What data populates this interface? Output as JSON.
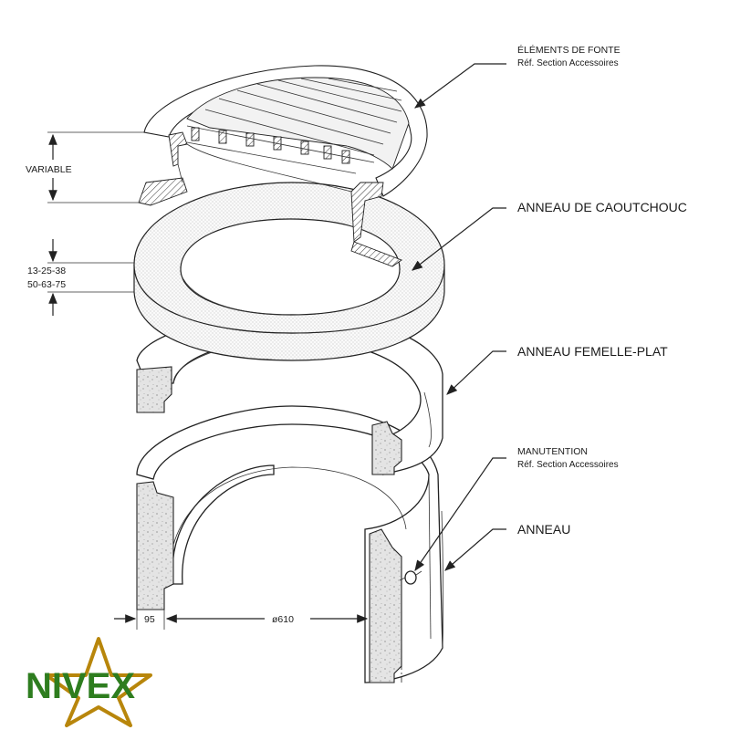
{
  "labels": {
    "fonte_title": "ÉLÉMENTS DE FONTE",
    "fonte_ref": "Réf. Section Accessoires",
    "caoutchouc": "ANNEAU DE CAOUTCHOUC",
    "femelle": "ANNEAU FEMELLE-PLAT",
    "manutention_title": "MANUTENTION",
    "manutention_ref": "Réf. Section Accessoires",
    "anneau": "ANNEAU"
  },
  "dimensions": {
    "variable": "VARIABLE",
    "thickness_line1": "13-25-38",
    "thickness_line2": "50-63-75",
    "wall": "95",
    "diameter": "ø610"
  },
  "logo": {
    "text": "NIVEX",
    "color_text": "#2e7d1f",
    "color_star": "#b8860b"
  }
}
